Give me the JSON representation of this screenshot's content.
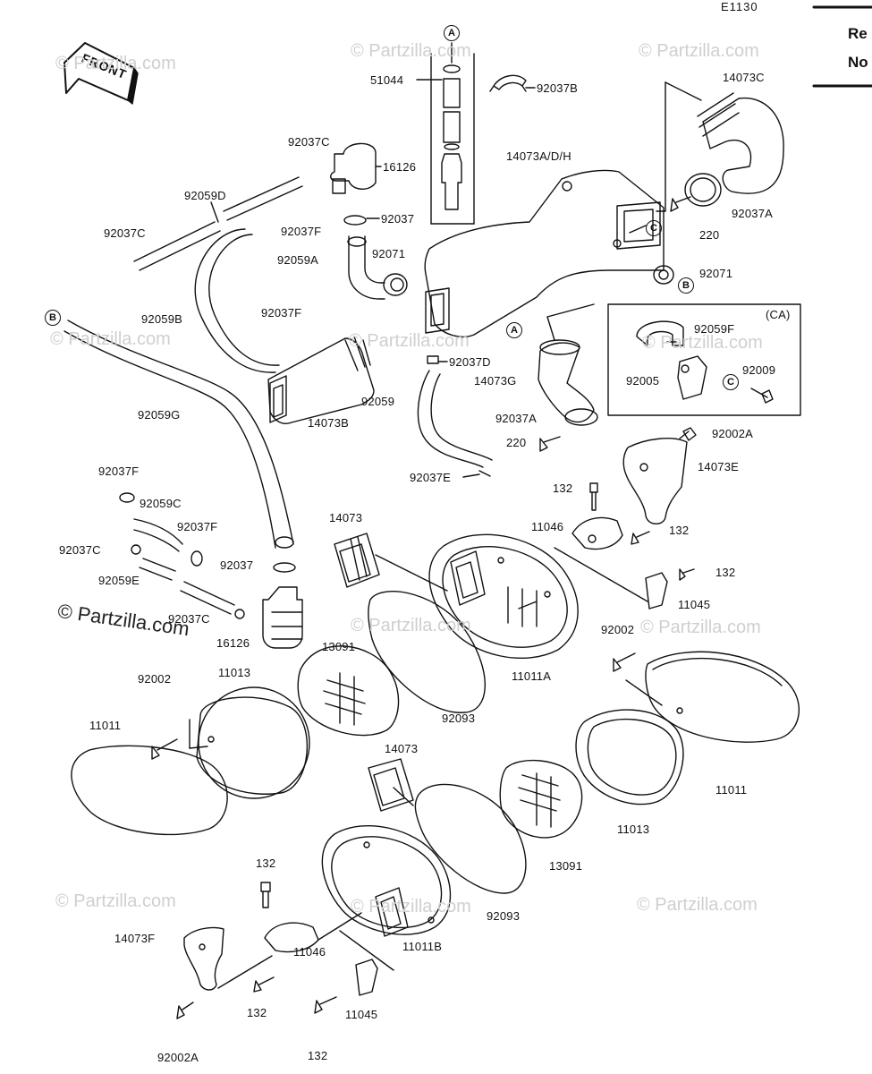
{
  "header": {
    "code": "E1130",
    "corner_line1": "Re",
    "corner_line2": "No"
  },
  "front_label": "FRONT",
  "watermarks": {
    "small": "© Partzilla.com",
    "large": "© Partzilla.com"
  },
  "group_labels": {
    "ca": "(CA)"
  },
  "markers": {
    "a": "A",
    "b": "B",
    "c": "C"
  },
  "parts": {
    "p51044": "51044",
    "p92037B": "92037B",
    "p92037C_1": "92037C",
    "p16126_1": "16126",
    "p14073ADH": "14073A/D/H",
    "p14073C": "14073C",
    "p92059D": "92059D",
    "p92037_1": "92037",
    "p92037F_1": "92037F",
    "p92037A_1": "92037A",
    "p220_1": "220",
    "p92037C_2": "92037C",
    "p92059A": "92059A",
    "p92071_1": "92071",
    "p92071_2": "92071",
    "p92059B": "92059B",
    "p92037F_2": "92037F",
    "p92059F": "92059F",
    "p92037D": "92037D",
    "p92009": "92009",
    "p92005": "92005",
    "p14073G": "14073G",
    "p92059G": "92059G",
    "p14073B": "14073B",
    "p92059": "92059",
    "p92037A_2": "92037A",
    "p220_2": "220",
    "p92002A_1": "92002A",
    "p14073E": "14073E",
    "p92037E": "92037E",
    "p132_1": "132",
    "p92037F_3": "92037F",
    "p92059C": "92059C",
    "p14073_1": "14073",
    "p11046_1": "11046",
    "p132_2": "132",
    "p92037F_4": "92037F",
    "p92037C_3": "92037C",
    "p92037_2": "92037",
    "p132_3": "132",
    "p92059E": "92059E",
    "p11045_1": "11045",
    "p92037C_4": "92037C",
    "p16126_2": "16126",
    "p13091_1": "13091",
    "p92002_1": "92002",
    "p11011A": "11011A",
    "p92002_2": "92002",
    "p11013_1": "11013",
    "p92093_1": "92093",
    "p11011_1": "11011",
    "p14073_2": "14073",
    "p11011_2": "11011",
    "p11013_2": "11013",
    "p13091_2": "13091",
    "p132_4": "132",
    "p92093_2": "92093",
    "p14073F": "14073F",
    "p11046_2": "11046",
    "p11011B": "11011B",
    "p132_5": "132",
    "p11045_2": "11045",
    "p92002A_2": "92002A",
    "p132_6": "132"
  }
}
